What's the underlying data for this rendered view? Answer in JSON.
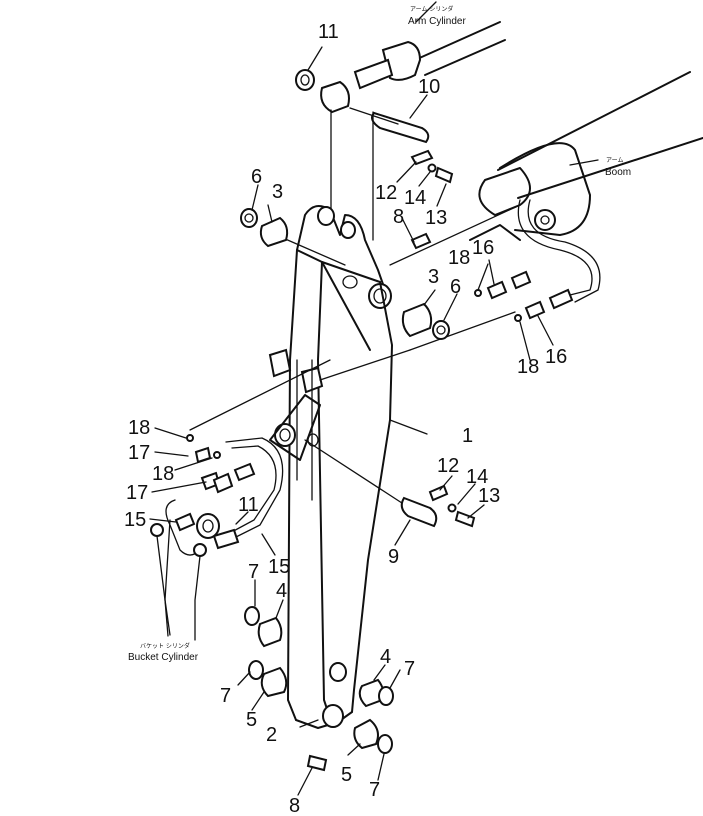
{
  "captions": {
    "arm_cylinder_jp": "アーム シリンダ",
    "arm_cylinder": "Arm Cylinder",
    "boom_jp": "アーム",
    "boom": "Boom",
    "bucket_cylinder_jp": "バケット シリンダ",
    "bucket_cylinder": "Bucket Cylinder"
  },
  "callouts": {
    "c1": "1",
    "c2": "2",
    "c3a": "3",
    "c3b": "3",
    "c4a": "4",
    "c4b": "4",
    "c5a": "5",
    "c5b": "5",
    "c6a": "6",
    "c6b": "6",
    "c7a": "7",
    "c7b": "7",
    "c7c": "7",
    "c7d": "7",
    "c8a": "8",
    "c8b": "8",
    "c9": "9",
    "c10": "10",
    "c11a": "11",
    "c11b": "11",
    "c12a": "12",
    "c12b": "12",
    "c13a": "13",
    "c13b": "13",
    "c14a": "14",
    "c14b": "14",
    "c15a": "15",
    "c15b": "15",
    "c16a": "16",
    "c16b": "16",
    "c17a": "17",
    "c17b": "17",
    "c18a": "18",
    "c18b": "18",
    "c18c": "18",
    "c18d": "18"
  }
}
